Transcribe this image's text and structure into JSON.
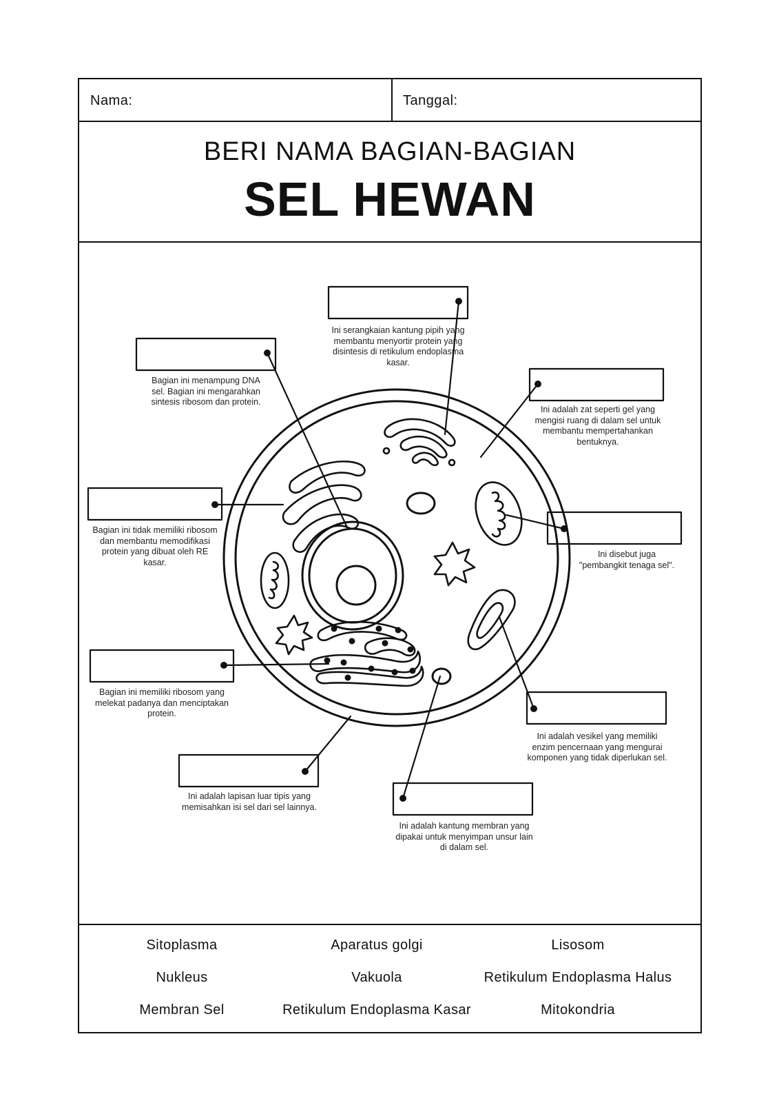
{
  "header": {
    "name_label": "Nama:",
    "date_label": "Tanggal:"
  },
  "title": {
    "subtitle": "BERI NAMA BAGIAN-BAGIAN",
    "main": "SEL HEWAN"
  },
  "labels": {
    "golgi": "Ini serangkaian kantung pipih yang membantu menyortir protein yang disintesis di retikulum endoplasma kasar.",
    "nucleus": "Bagian ini menampung DNA sel. Bagian ini mengarahkan sintesis ribosom dan protein.",
    "cytoplasm": "Ini adalah zat seperti gel yang mengisi ruang di dalam sel untuk membantu mempertahankan bentuknya.",
    "smooth_er": "Bagian ini tidak memiliki ribosom dan membantu memodifikasi protein yang dibuat oleh RE kasar.",
    "mitochondria": "Ini disebut juga \"pembangkit tenaga sel\".",
    "rough_er": "Bagian ini memiliki ribosom yang melekat padanya dan menciptakan protein.",
    "lysosome": "Ini adalah vesikel yang memiliki enzim pencernaan yang mengurai komponen yang tidak diperlukan sel.",
    "membrane": "Ini adalah lapisan luar tipis yang memisahkan isi sel dari sel lainnya.",
    "vacuole": "Ini adalah kantung membran yang dipakai untuk menyimpan unsur lain di dalam sel."
  },
  "word_bank": [
    [
      "Sitoplasma",
      "Aparatus golgi",
      "Lisosom"
    ],
    [
      "Nukleus",
      "Vakuola",
      "Retikulum Endoplasma Halus"
    ],
    [
      "Membran Sel",
      "Retikulum Endoplasma Kasar",
      "Mitokondria"
    ]
  ]
}
